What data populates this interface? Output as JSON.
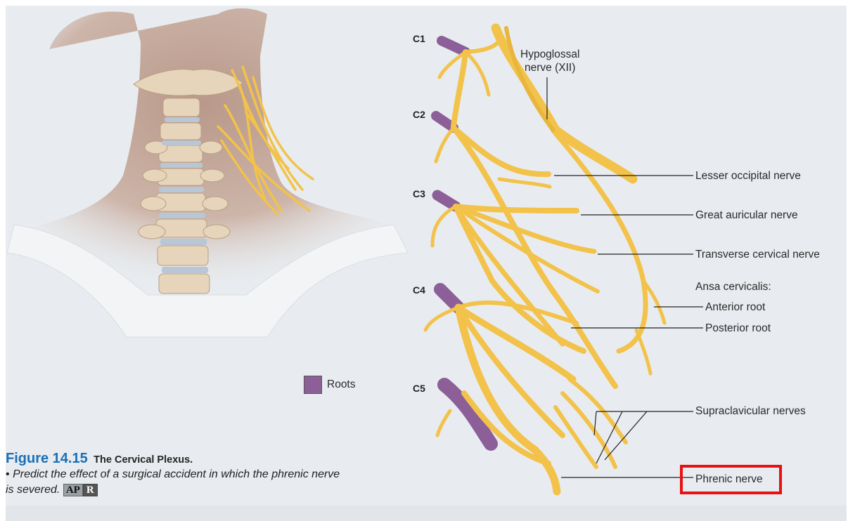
{
  "roots": [
    "C1",
    "C2",
    "C3",
    "C4",
    "C5"
  ],
  "labels": {
    "hypoglossal": "Hypoglossal\nnerve (XII)",
    "lesser_occipital": "Lesser occipital nerve",
    "great_auricular": "Great auricular nerve",
    "transverse_cervical": "Transverse cervical nerve",
    "ansa_cervicalis": "Ansa cervicalis:",
    "anterior_root": "Anterior root",
    "posterior_root": "Posterior root",
    "supraclavicular": "Supraclavicular nerves",
    "phrenic": "Phrenic nerve"
  },
  "legend": {
    "roots": "Roots"
  },
  "caption": {
    "figure_number": "Figure 14.15",
    "title": "The Cervical Plexus.",
    "bullet": "•",
    "question_line1": "Predict the effect of a surgical accident in which the phrenic nerve",
    "question_line2": "is severed.",
    "apr_a": "AP",
    "apr_r": "R"
  },
  "colors": {
    "panel": "#e8ecf0",
    "nerve": "#f2c24a",
    "nerve_dark": "#d8a22c",
    "root": "#8c5f98",
    "caption_blue": "#1a6fb5",
    "highlight": "#e81010"
  }
}
